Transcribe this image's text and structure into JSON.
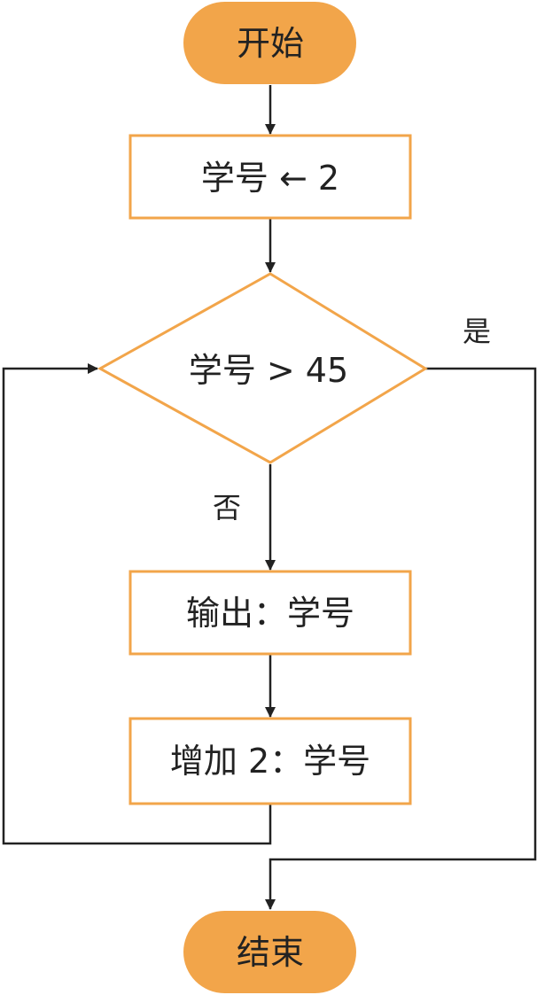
{
  "nodes": {
    "start": {
      "label": "开始",
      "shape": "terminal"
    },
    "assign": {
      "label": "学号 ← 2",
      "shape": "process"
    },
    "decision": {
      "label": "学号 > 45",
      "shape": "decision"
    },
    "output": {
      "label": "输出：学号",
      "shape": "process"
    },
    "increment": {
      "label": "增加 2：学号",
      "shape": "process"
    },
    "end": {
      "label": "结束",
      "shape": "terminal"
    }
  },
  "edges": {
    "yes_label": "是",
    "no_label": "否"
  },
  "colors": {
    "terminal_fill": "#f2a54a",
    "box_stroke": "#f2a54a",
    "line": "#222222"
  }
}
